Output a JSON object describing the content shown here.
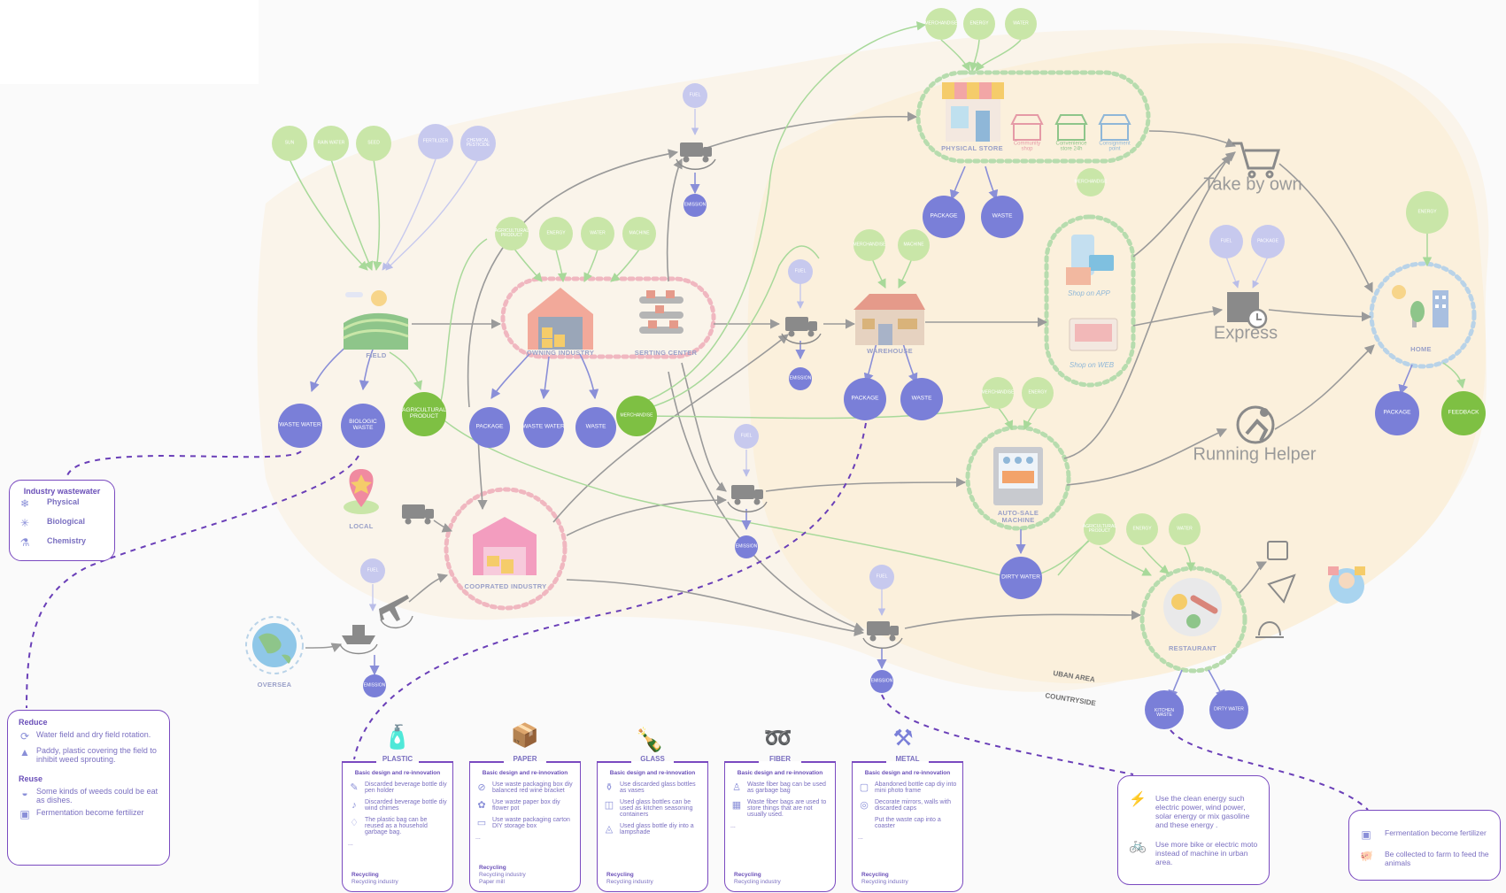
{
  "colors": {
    "green_light": "#c9e6a8",
    "green_strong": "#7ec043",
    "purple_node": "#7a7fd8",
    "purple_light": "#c7c9ee",
    "pink_dash": "#f0b7c0",
    "green_dash": "#b7dcae",
    "blue_dash": "#b9d3e8",
    "urban_area": "#fbf1e1",
    "legend_border": "#7a4ac0",
    "arrow_gray": "#9a9a9a",
    "arrow_green": "#a8d99a"
  },
  "nodes": {
    "field": "FIELD",
    "owning_industry": "OWNING INDUSTRY",
    "serting_center": "SERTING CENTER",
    "warehouse": "WAREHOUSE",
    "physical_store": "PHYSICAL STORE",
    "community_shop": "Community shop",
    "convenience_store": "Convenience store 24h",
    "consignment_point": "Consignment point",
    "shop_on_app": "Shop on APP",
    "shop_on_web": "Shop on WEB",
    "take_by_own": "Take by own",
    "express": "Express",
    "running_helper": "Running Helper",
    "home": "HOME",
    "auto_sale_machine": "AUTO-SALE MACHINE",
    "restaurant": "RESTAURANT",
    "cooprated_industry": "COOPRATED INDUSTRY",
    "local": "LOCAL",
    "oversea": "OVERSEA",
    "urban_area": "UBAN AREA",
    "countryside": "COUNTRYSIDE"
  },
  "circles": {
    "sun": "SUN",
    "rain_water": "RAIN WATER",
    "seed": "SEED",
    "fertilizer": "FERTILIZER",
    "chemical_pesticide": "CHEMICAL PESTICIDE",
    "agricultural_product_in": "AGRICULTURAL PRODUCT",
    "energy": "ENERGY",
    "water": "WATER",
    "machine": "MACHINE",
    "merchandise": "MERCHANDISE",
    "fuel": "FUEL",
    "emission": "EMISSION",
    "waste_water": "WASTE WATER",
    "biologic_waste": "BIOLOGIC WASTE",
    "agricultural_product": "AGRICULTURAL PRODUCT",
    "package": "PACKAGE",
    "waste": "WASTE",
    "dirty_water": "DIRTY WATER",
    "kitchen_waste": "KITCHEN WASTE",
    "feedback": "FEEDBACK"
  },
  "legend_industry": {
    "title": "Industry wastewater",
    "items": [
      "Physical",
      "Biological",
      "Chemistry"
    ]
  },
  "legend_reduce": {
    "reduce_title": "Reduce",
    "reduce_items": [
      "Water field and dry field rotation.",
      "Paddy, plastic covering the field to inhibit weed sprouting."
    ],
    "reuse_title": "Reuse",
    "reuse_items": [
      "Some kinds of weeds could be eat as dishes.",
      "Fermentation become fertilizer"
    ]
  },
  "categories": [
    {
      "title": "PLASTIC",
      "sub": "Basic design and re-innovation",
      "items": [
        "Discarded beverage bottle diy pen holder",
        "Discarded beverage bottle diy wind chimes",
        "The plastic bag can be reused as a household garbage bag."
      ],
      "more": "...",
      "recycle_title": "Recycling",
      "recycle": [
        "Recycling industry"
      ]
    },
    {
      "title": "PAPER",
      "sub": "Basic design and re-innovation",
      "items": [
        "Use waste packaging box diy balanced red wine bracket",
        "Use waste paper box diy flower pot",
        "Use waste packaging carton DIY storage box"
      ],
      "more": "...",
      "recycle_title": "Recycling",
      "recycle": [
        "Recycling industry",
        "Paper mill"
      ]
    },
    {
      "title": "GLASS",
      "sub": "Basic design and re-innovation",
      "items": [
        "Use discarded glass bottles as vases",
        "Used glass bottles can be used as kitchen seasoning containers",
        "Used glass bottle diy into a lampshade"
      ],
      "more": "",
      "recycle_title": "Recycling",
      "recycle": [
        "Recycling industry"
      ]
    },
    {
      "title": "FIBER",
      "sub": "Basic design and re-innovation",
      "items": [
        "Waste fiber bag can be used as garbage bag",
        "Waste fiber bags are used to store things that are not usually used."
      ],
      "more": "...",
      "recycle_title": "Recycling",
      "recycle": [
        "Recycling industry"
      ]
    },
    {
      "title": "METAL",
      "sub": "Basic design and re-innovation",
      "items": [
        "Abandoned bottle cap diy into mini photo frame",
        "Decorate mirrors, walls with discarded caps",
        "Put the waste cap into a coaster"
      ],
      "more": "...",
      "recycle_title": "Recycling",
      "recycle": [
        "Recycling industry"
      ]
    }
  ],
  "legend_energy": {
    "items": [
      "Use the clean energy such electric power, wind power, solar energy or mix gasoline and these energy .",
      "Use more bike or electric moto instead of machine in urban area."
    ]
  },
  "legend_kitchen": {
    "items": [
      "Fermentation become fertilizer",
      "Be collected to farm to feed the animals"
    ]
  }
}
